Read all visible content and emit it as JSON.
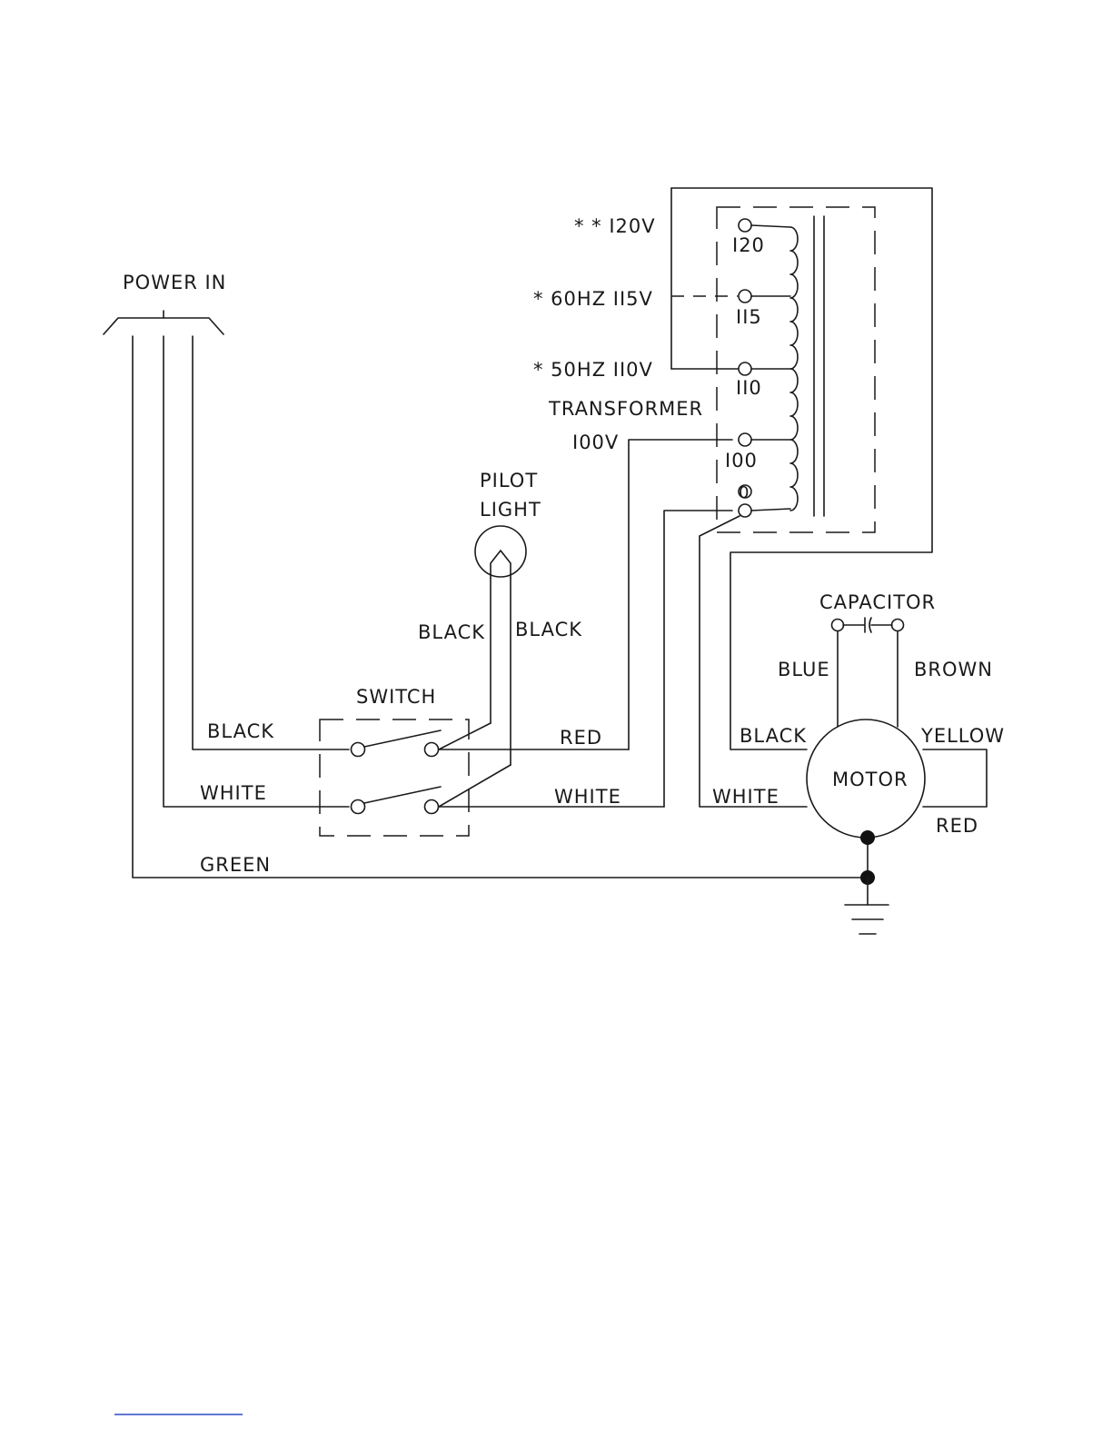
{
  "labels": {
    "power_in": "POWER IN",
    "tap_120v": "* * I20V",
    "tap_115v": "* 60HZ II5V",
    "tap_110v": "* 50HZ II0V",
    "transformer": "TRANSFORMER",
    "tap_100v": "I00V",
    "term_120": "I20",
    "term_115": "II5",
    "term_110": "II0",
    "term_100": "I00",
    "term_0": "0",
    "pilot_light_1": "PILOT",
    "pilot_light_2": "LIGHT",
    "pilot_black_left": "BLACK",
    "pilot_black_right": "BLACK",
    "switch": "SWITCH",
    "wire_black_in": "BLACK",
    "wire_white_in": "WHITE",
    "wire_green": "GREEN",
    "wire_red": "RED",
    "wire_white_out": "WHITE",
    "capacitor": "CAPACITOR",
    "wire_blue": "BLUE",
    "wire_brown": "BROWN",
    "motor_black": "BLACK",
    "motor_yellow": "YELLOW",
    "motor_white": "WHITE",
    "motor": "MOTOR",
    "motor_red": "RED"
  }
}
